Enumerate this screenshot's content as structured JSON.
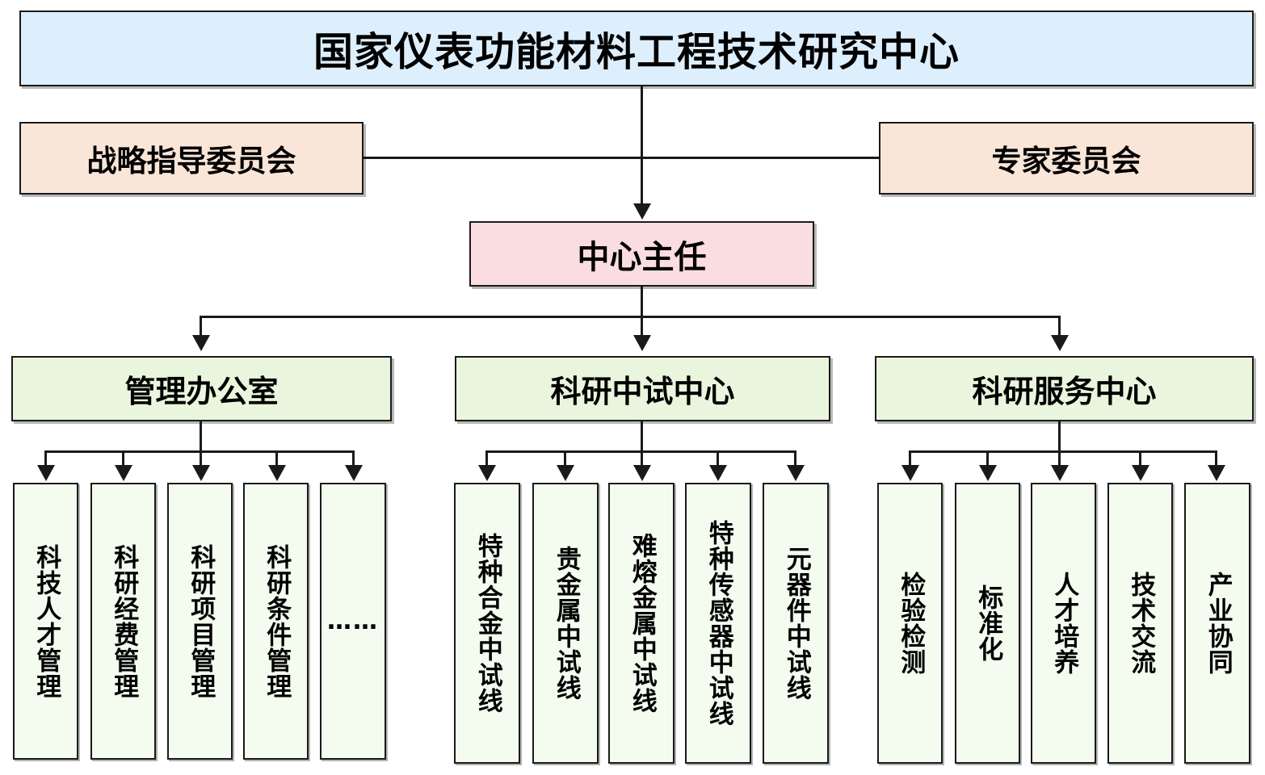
{
  "diagram": {
    "type": "organizational-chart",
    "title_box": {
      "label": "国家仪表功能材料工程技术研究中心",
      "color": "#ddeffd"
    },
    "committees": [
      {
        "label": "战略指导委员会",
        "color": "#fae6d8",
        "side": "left"
      },
      {
        "label": "专家委员会",
        "color": "#fae6d8",
        "side": "right"
      }
    ],
    "director": {
      "label": "中心主任",
      "color": "#fadde0"
    },
    "departments": [
      {
        "label": "管理办公室",
        "color": "#eaf5dd",
        "children": [
          {
            "label": "科技人才管理"
          },
          {
            "label": "科研经费管理"
          },
          {
            "label": "科研项目管理"
          },
          {
            "label": "科研条件管理"
          },
          {
            "label": "……"
          }
        ]
      },
      {
        "label": "科研中试中心",
        "color": "#eaf5dd",
        "children": [
          {
            "label": "特种合金中试线"
          },
          {
            "label": "贵金属中试线"
          },
          {
            "label": "难熔金属中试线"
          },
          {
            "label": "特种传感器中试线"
          },
          {
            "label": "元器件中试线"
          }
        ]
      },
      {
        "label": "科研服务中心",
        "color": "#eaf5dd",
        "children": [
          {
            "label": "检验检测"
          },
          {
            "label": "标准化"
          },
          {
            "label": "人才培养"
          },
          {
            "label": "技术交流"
          },
          {
            "label": "产业协同"
          }
        ]
      }
    ],
    "connectors": {
      "title_to_director": "vertical-arrow",
      "committees_to_spine": "horizontal-line",
      "director_to_departments": "tree-bus",
      "department_to_children": "tree-bus"
    }
  }
}
